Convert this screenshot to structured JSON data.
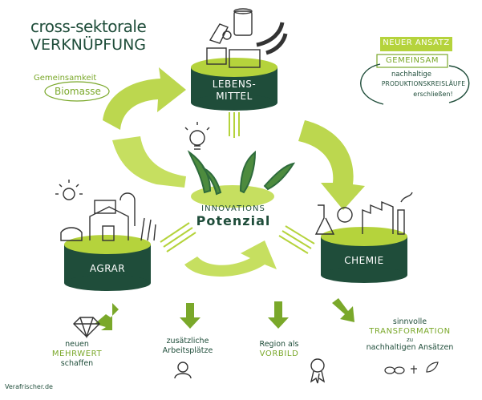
{
  "title": {
    "line1": "cross-sektorale",
    "line2": "VERKNÜPFUNG"
  },
  "tag": {
    "line1": "Gemeinsamkeit",
    "line2": "Biomasse"
  },
  "sectors": {
    "food": {
      "line1": "LEBENS-",
      "line2": "MITTEL"
    },
    "agri": "AGRAR",
    "chem": "CHEMIE"
  },
  "center": {
    "line1": "INNOVATIONS",
    "line2": "Potenzial"
  },
  "approach": {
    "header": "NEUER ANSATZ",
    "line1": "GEMEINSAM",
    "line2": "nachhaltige",
    "line3": "PRODUKTIONSKREISLÄUFE",
    "line4": "erschließen!"
  },
  "outcomes": [
    {
      "l1": "neuen",
      "l2": "MEHRWERT",
      "l3": "schaffen"
    },
    {
      "l1": "zusätzliche",
      "l2": "Arbeitsplätze"
    },
    {
      "l1": "Region als",
      "l2": "VORBILD"
    },
    {
      "l1": "sinnvolle",
      "l2": "TRANSFORMATION",
      "l3": "zu",
      "l4": "nachhaltigen Ansätzen"
    }
  ],
  "credit": "Verafrischer.de",
  "colors": {
    "dark": "#1f4d3a",
    "lime": "#b5d33c",
    "limeText": "#7aa82a"
  }
}
